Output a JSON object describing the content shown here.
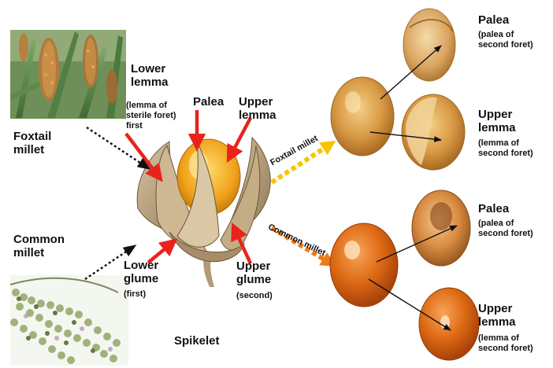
{
  "left": {
    "foxtail_label": "Foxtail\nmillet",
    "common_label": "Common\nmillet"
  },
  "spikelet": {
    "lower_lemma": "Lower\nlemma",
    "lower_lemma_note": "(lemma of\nsterile foret)\nfirst",
    "palea": "Palea",
    "upper_lemma": "Upper\nlemma",
    "lower_glume": "Lower\nglume",
    "lower_glume_note": "(first)",
    "upper_glume": "Upper\nglume",
    "upper_glume_note": "(second)",
    "caption": "Spikelet"
  },
  "arrows": {
    "foxtail": "Foxtail millet",
    "common": "Common millet"
  },
  "right_top": {
    "palea": "Palea",
    "palea_note": "(palea of\nsecond foret)",
    "upper_lemma": "Upper\nlemma",
    "upper_lemma_note": "(lemma of\nsecond foret)"
  },
  "right_bottom": {
    "palea": "Palea",
    "palea_note": "(palea of\nsecond foret)",
    "upper_lemma": "Upper\nlemma",
    "upper_lemma_note": "(lemma of\nsecond foret)"
  },
  "colors": {
    "red_arrow": "#e8231c",
    "yellow_arrow": "#f6c500",
    "orange_arrow": "#ef7a1a",
    "foxtail_grain": "#e0a050",
    "common_grain": "#d8620f"
  }
}
